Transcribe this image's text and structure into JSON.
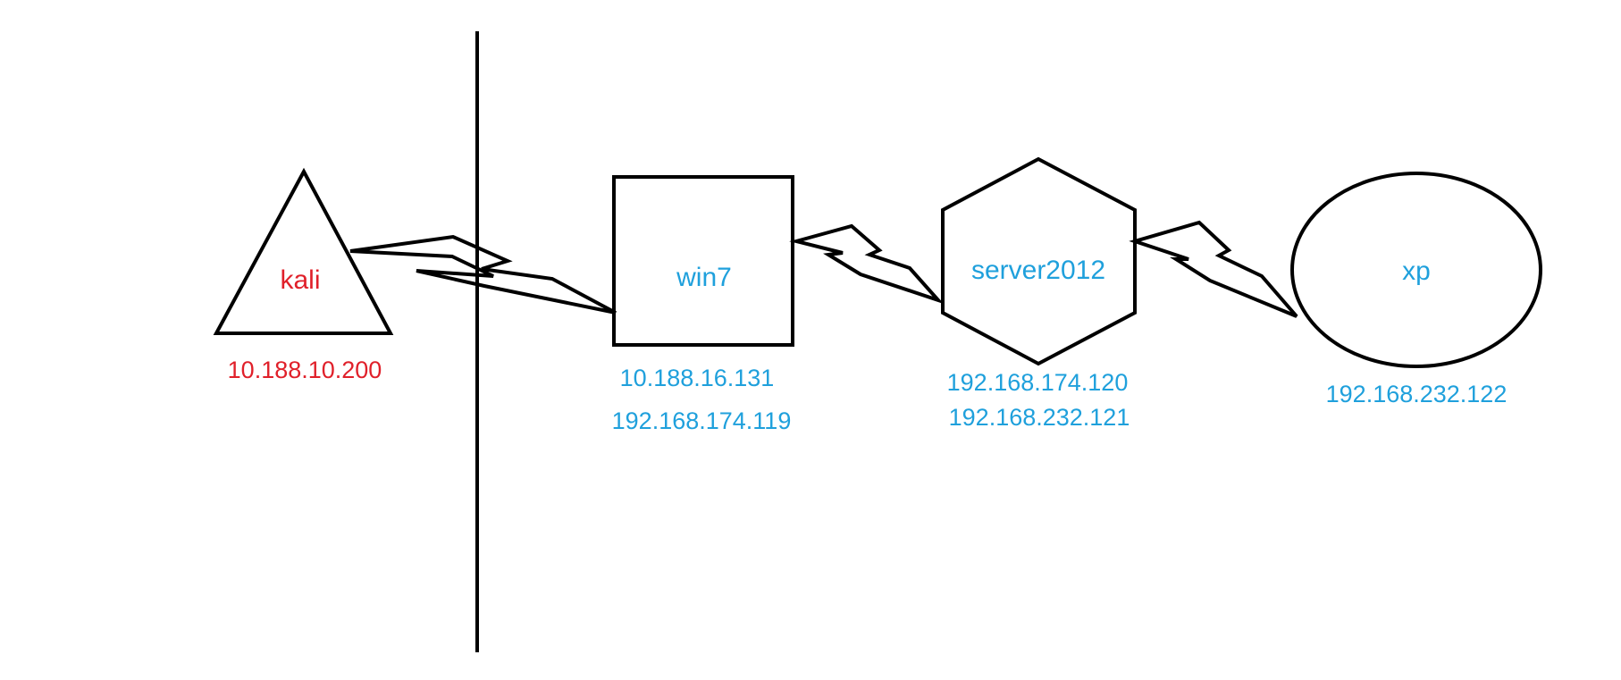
{
  "colors": {
    "kali": "#e0202a",
    "internal": "#1fa0dc",
    "line": "#000000"
  },
  "nodes": {
    "kali": {
      "label": "kali",
      "ips": [
        "10.188.10.200"
      ],
      "icon": "triangle"
    },
    "win7": {
      "label": "win7",
      "ips": [
        "10.188.16.131",
        "192.168.174.119"
      ],
      "icon": "square"
    },
    "server2012": {
      "label": "server2012",
      "ips": [
        "192.168.174.120",
        "192.168.232.121"
      ],
      "icon": "hexagon"
    },
    "xp": {
      "label": "xp",
      "ips": [
        "192.168.232.122"
      ],
      "icon": "ellipse"
    }
  },
  "links": [
    "kali-win7",
    "win7-server2012",
    "server2012-xp"
  ]
}
